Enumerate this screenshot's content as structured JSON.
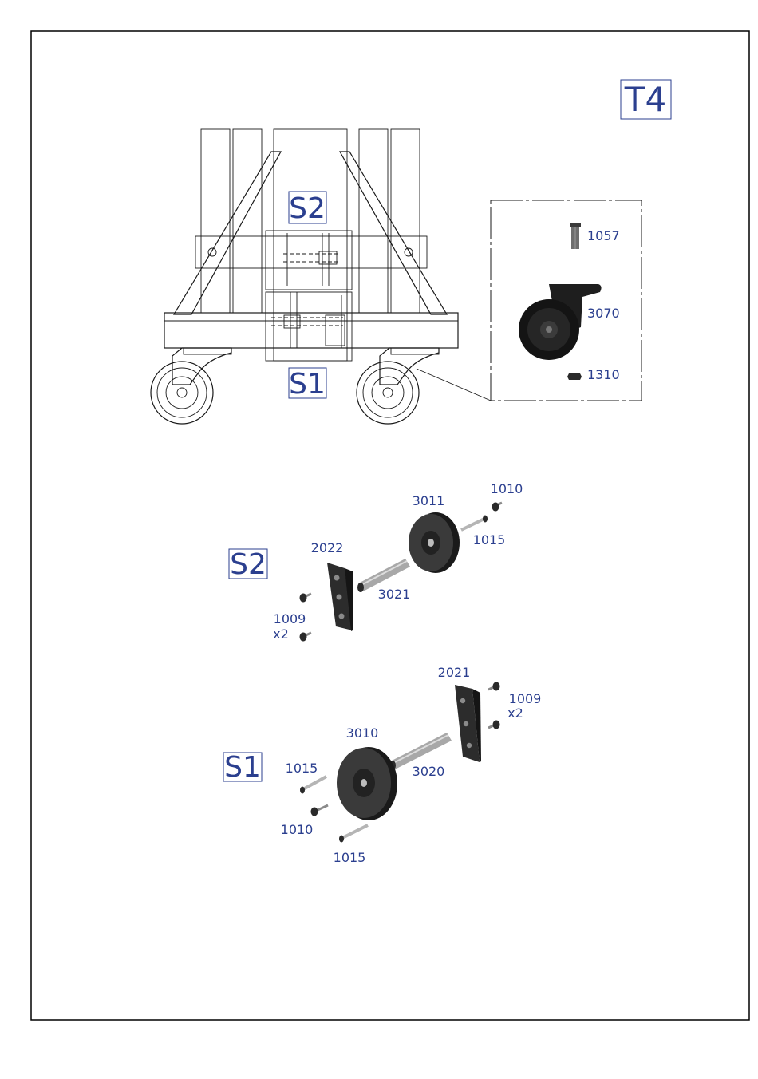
{
  "sheet_label": "T4",
  "sections": {
    "s1": "S1",
    "s2": "S2"
  },
  "parts": {
    "p1057": "1057",
    "p3070": "3070",
    "p1310": "1310",
    "p3011": "3011",
    "p1010_a": "1010",
    "p1015_a": "1015",
    "p2022": "2022",
    "p3021": "3021",
    "p1009_a": "1009",
    "x2_a": "x2",
    "p2021": "2021",
    "p1009_b": "1009",
    "x2_b": "x2",
    "p3010": "3010",
    "p1015_b": "1015",
    "p3020": "3020",
    "p1010_b": "1010",
    "p1015_c": "1015"
  },
  "colors": {
    "label": "#2b3f8f",
    "line": "#1a1a1a",
    "part_dark": "#2a2a2a"
  }
}
